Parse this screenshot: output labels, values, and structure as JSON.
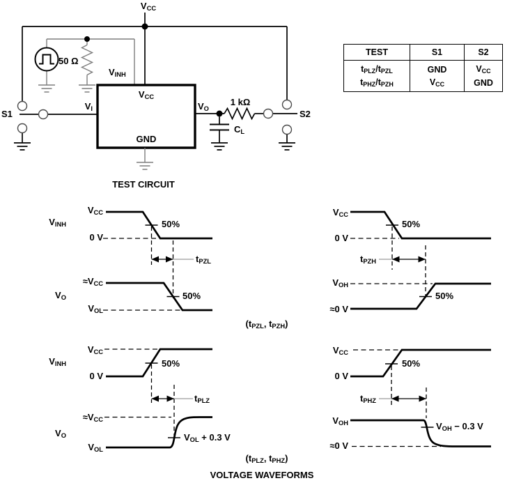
{
  "colors": {
    "ink": "#000000",
    "subcircuit_gray": "#7d7d7d",
    "leader_gray": "#9a9a9a",
    "background": "#ffffff"
  },
  "circuit": {
    "caption": "TEST CIRCUIT",
    "vcc_supply": "V~CC~",
    "source_resistor": "50 Ω",
    "inh_input": "V~INH~",
    "vcc_pin": "V~CC~",
    "vi_pin": "V~I~",
    "vo_pin": "V~O~",
    "gnd_pin": "GND",
    "load_resistor": "1 kΩ",
    "load_capacitor": "C~L~",
    "switch1": "S1",
    "switch2": "S2",
    "icons": [
      "pulse-generator-icon",
      "ground-icon",
      "resistor-icon",
      "capacitor-icon",
      "switch-contact-icon"
    ]
  },
  "table": {
    "headers": [
      "TEST",
      "S1",
      "S2"
    ],
    "rows": [
      [
        "t~PLZ~/t~PZL~",
        "GND",
        "V~CC~"
      ],
      [
        "t~PHZ~/t~PZH~",
        "V~CC~",
        "GND"
      ]
    ]
  },
  "waveforms": {
    "caption": "VOLTAGE WAVEFORMS",
    "group_top_caption": "(t~PZL~, t~PZH~)",
    "group_bottom_caption": "(t~PLZ~, t~PHZ~)",
    "tpzl": {
      "input_name": "V~INH~",
      "output_name": "V~O~",
      "input_high": "V~CC~",
      "input_low": "0 V",
      "output_high": "≈V~CC~",
      "output_low": "V~OL~",
      "input_pct": "50%",
      "output_pct": "50%",
      "t_label": "t~PZL~"
    },
    "tpzh": {
      "input_high": "V~CC~",
      "input_low": "0 V",
      "output_high": "V~OH~",
      "output_low": "≈0 V",
      "input_pct": "50%",
      "output_pct": "50%",
      "t_label": "t~PZH~"
    },
    "tplz": {
      "input_name": "V~INH~",
      "output_name": "V~O~",
      "input_high": "V~CC~",
      "input_low": "0 V",
      "output_high": "≈V~CC~",
      "output_low": "V~OL~",
      "input_pct": "50%",
      "output_ref": "V~OL~ + 0.3 V",
      "t_label": "t~PLZ~"
    },
    "tphz": {
      "input_high": "V~CC~",
      "input_low": "0 V",
      "output_high": "V~OH~",
      "output_low": "≈0 V",
      "input_pct": "50%",
      "output_ref": "V~OH~ − 0.3 V",
      "t_label": "t~PHZ~"
    }
  }
}
